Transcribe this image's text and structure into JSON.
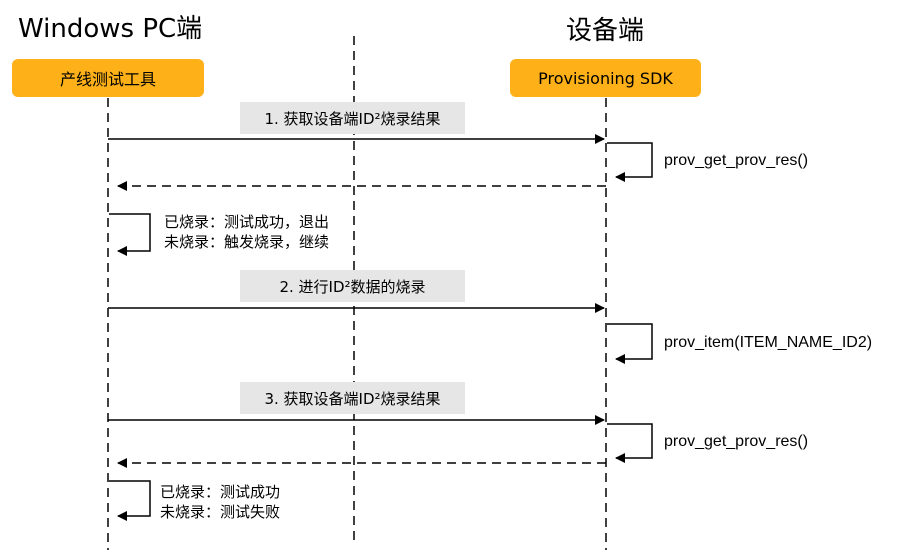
{
  "titles": {
    "left": "Windows PC端",
    "right": "设备端"
  },
  "actors": {
    "left": "产线测试工具",
    "right": "Provisioning SDK"
  },
  "messages": [
    "1. 获取设备端ID²烧录结果",
    "2. 进行ID²数据的烧录",
    "3. 获取设备端ID²烧录结果"
  ],
  "functions": [
    "prov_get_prov_res()",
    "prov_item(ITEM_NAME_ID2)",
    "prov_get_prov_res()"
  ],
  "notes": [
    [
      "已烧录：测试成功，退出",
      "未烧录：触发烧录，继续"
    ],
    [
      "已烧录：测试成功",
      "未烧录：测试失败"
    ]
  ],
  "colors": {
    "actor_fill": "#FDB018",
    "label_fill": "#E6E6E6",
    "line": "#000000"
  }
}
